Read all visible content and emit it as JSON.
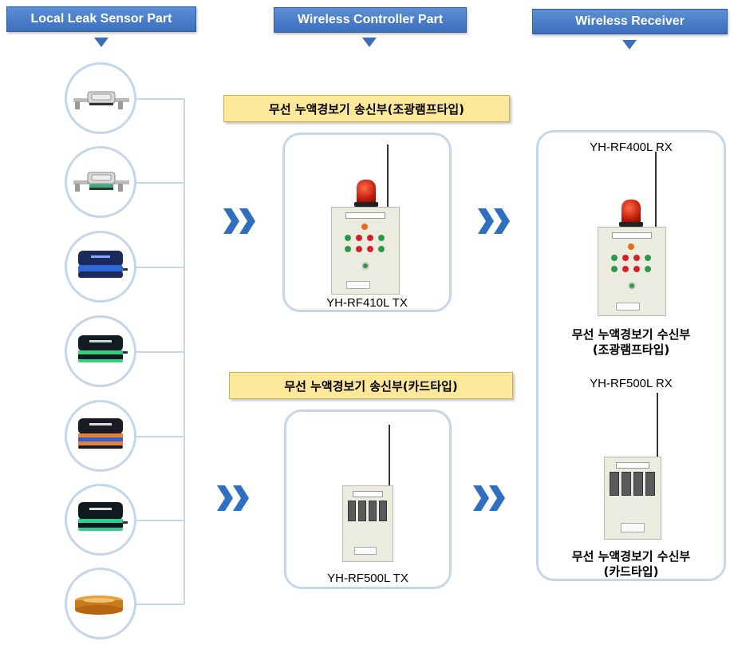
{
  "headers": {
    "sensor": "Local Leak Sensor Part",
    "controller": "Wireless Controller Part",
    "receiver": "Wireless Receiver"
  },
  "colors": {
    "header_bg": "#3b6fbd",
    "connector": "#c6d6ea",
    "label_bg": "#fde89a",
    "chevron": "#2f6fc0"
  },
  "sensors": [
    {
      "icon": "band-sensor-icon"
    },
    {
      "icon": "band-sensor-green-icon"
    },
    {
      "icon": "point-sensor-blue-icon"
    },
    {
      "icon": "point-sensor-green-icon"
    },
    {
      "icon": "point-sensor-orange-icon"
    },
    {
      "icon": "point-sensor-green-dark-icon"
    },
    {
      "icon": "tape-sensor-icon"
    }
  ],
  "transmitters": [
    {
      "label": "무선 누액경보기 송신부(조광램프타입)",
      "model": "YH-RF410L TX"
    },
    {
      "label": "무선 누액경보기 송신부(카드타입)",
      "model": "YH-RF500L TX"
    }
  ],
  "receivers": [
    {
      "model": "YH-RF400L RX",
      "caption_line1": "무선 누액경보기 수신부",
      "caption_line2": "(조광램프타입)"
    },
    {
      "model": "YH-RF500L RX",
      "caption_line1": "무선 누액경보기 수신부",
      "caption_line2": "(카드타입)"
    }
  ]
}
